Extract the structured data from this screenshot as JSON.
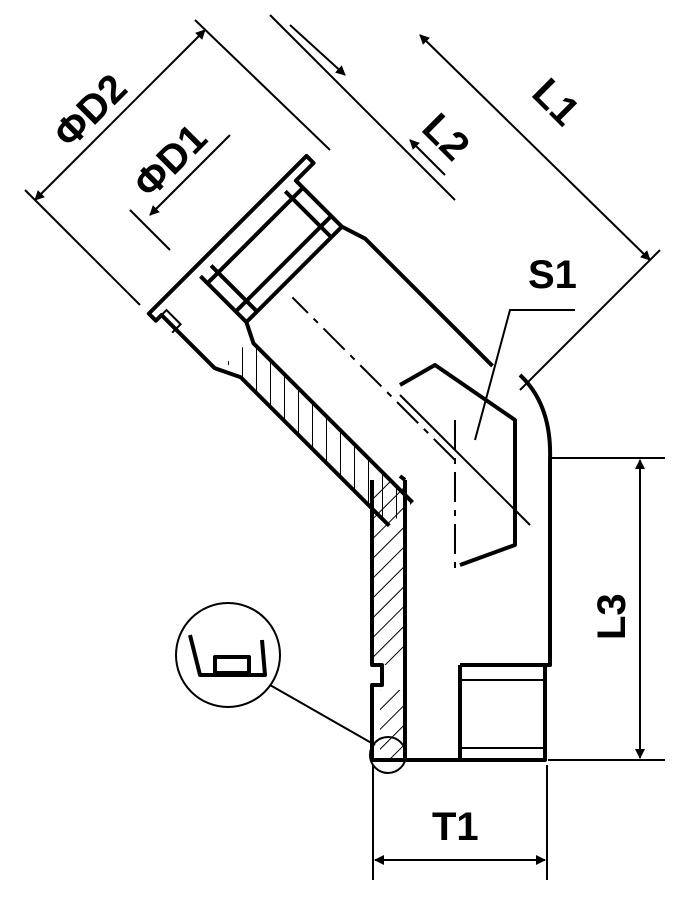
{
  "drawing": {
    "title": "45° elbow fitting",
    "labels": {
      "d2": "ΦD2",
      "d1": "ΦD1",
      "l2": "L2",
      "l1": "L1",
      "s1": "S1",
      "l3": "L3",
      "t1": "T1"
    },
    "line_color": "#000000",
    "background": "#ffffff"
  }
}
